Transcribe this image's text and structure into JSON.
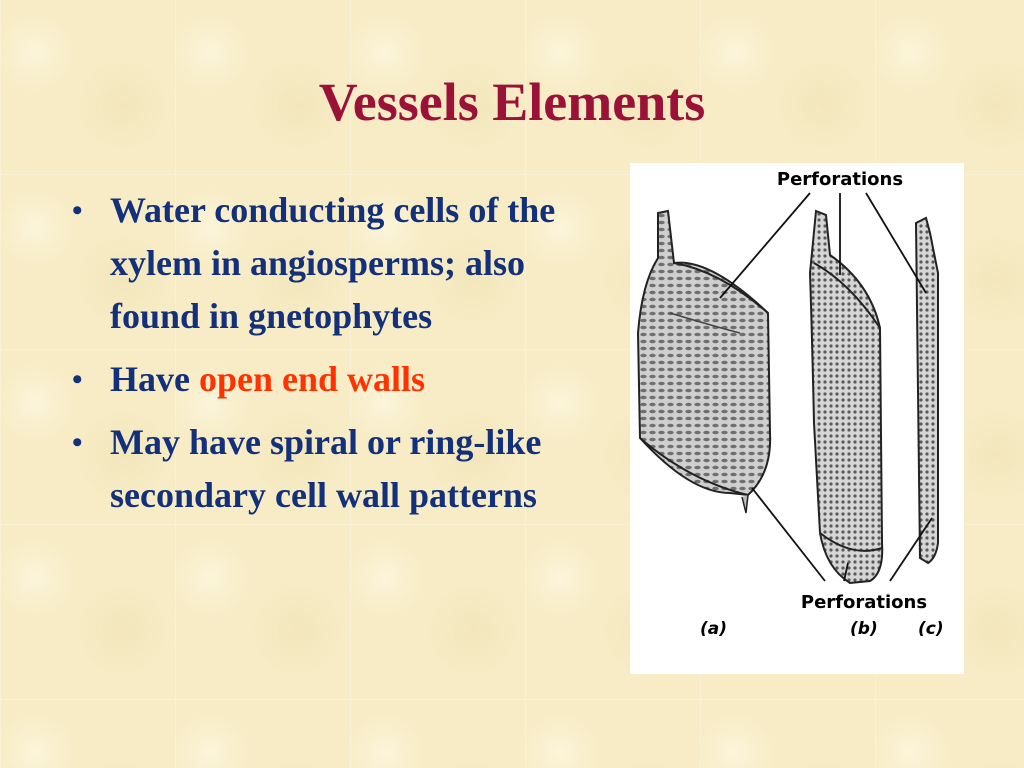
{
  "slide": {
    "title": "Vessels Elements"
  },
  "bullets": [
    {
      "text": "Water conducting cells of the xylem in angiosperms; also found in gnetophytes"
    },
    {
      "prefix": "Have ",
      "highlight": "open end walls"
    },
    {
      "text": "May have spiral or ring-like secondary cell wall patterns"
    }
  ],
  "figure": {
    "top_label": "Perforations",
    "bottom_label": "Perforations",
    "panel_labels": [
      "(a)",
      "(b)",
      "(c)"
    ]
  },
  "colors": {
    "title": "#9b1239",
    "body_text": "#13307a",
    "highlight": "#ff3300",
    "background": "#f7ecc6"
  }
}
